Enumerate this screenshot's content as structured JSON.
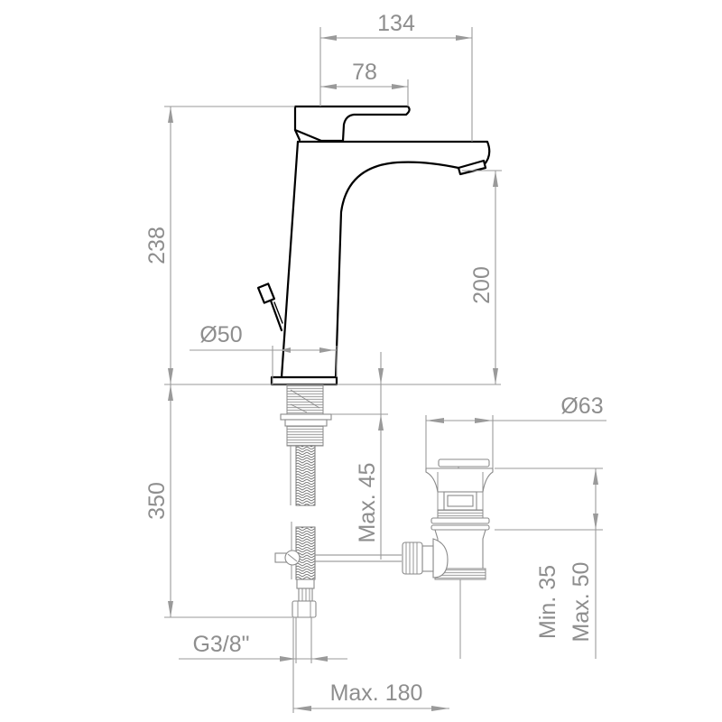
{
  "drawing": {
    "subject": "Single-lever basin mixer with pop-up waste",
    "line_color": "#000000",
    "dimension_color": "#8e8e8e",
    "background": "#ffffff"
  },
  "dimensions": {
    "overall_reach": {
      "label": "134"
    },
    "lever_reach": {
      "label": "78"
    },
    "total_height": {
      "label": "238"
    },
    "spout_height": {
      "label": "200"
    },
    "base_diameter": {
      "label": "Ø50"
    },
    "hose_length": {
      "label": "350"
    },
    "deck_thickness": {
      "label": "Max. 45"
    },
    "waste_diameter": {
      "label": "Ø63"
    },
    "basin_thickness_min": {
      "label": "Min. 35"
    },
    "basin_thickness_max": {
      "label": "Max. 50"
    },
    "connection_thread": {
      "label": "G3/8\""
    },
    "rod_length": {
      "label": "Max. 180"
    }
  }
}
